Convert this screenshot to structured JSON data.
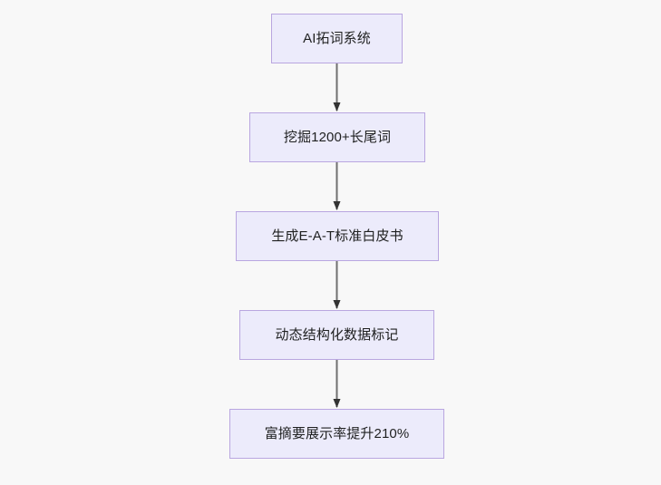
{
  "diagram": {
    "type": "flowchart",
    "direction": "top-to-bottom",
    "background_color": "#f8f8f8",
    "node_fill_color": "#ecebfb",
    "node_border_color": "#b9a6e0",
    "node_text_color": "#1f2020",
    "edge_color": "#707070",
    "arrowhead_color": "#333333",
    "nodes": [
      {
        "id": "n0",
        "label": "AI拓词系统"
      },
      {
        "id": "n1",
        "label": "挖掘1200+长尾词"
      },
      {
        "id": "n2",
        "label": "生成E-A-T标准白皮书"
      },
      {
        "id": "n3",
        "label": "动态结构化数据标记"
      },
      {
        "id": "n4",
        "label": "富摘要展示率提升210%"
      }
    ],
    "edges": [
      {
        "from": "n0",
        "to": "n1",
        "label": ""
      },
      {
        "from": "n1",
        "to": "n2",
        "label": ""
      },
      {
        "from": "n2",
        "to": "n3",
        "label": ""
      },
      {
        "from": "n3",
        "to": "n4",
        "label": ""
      }
    ]
  }
}
